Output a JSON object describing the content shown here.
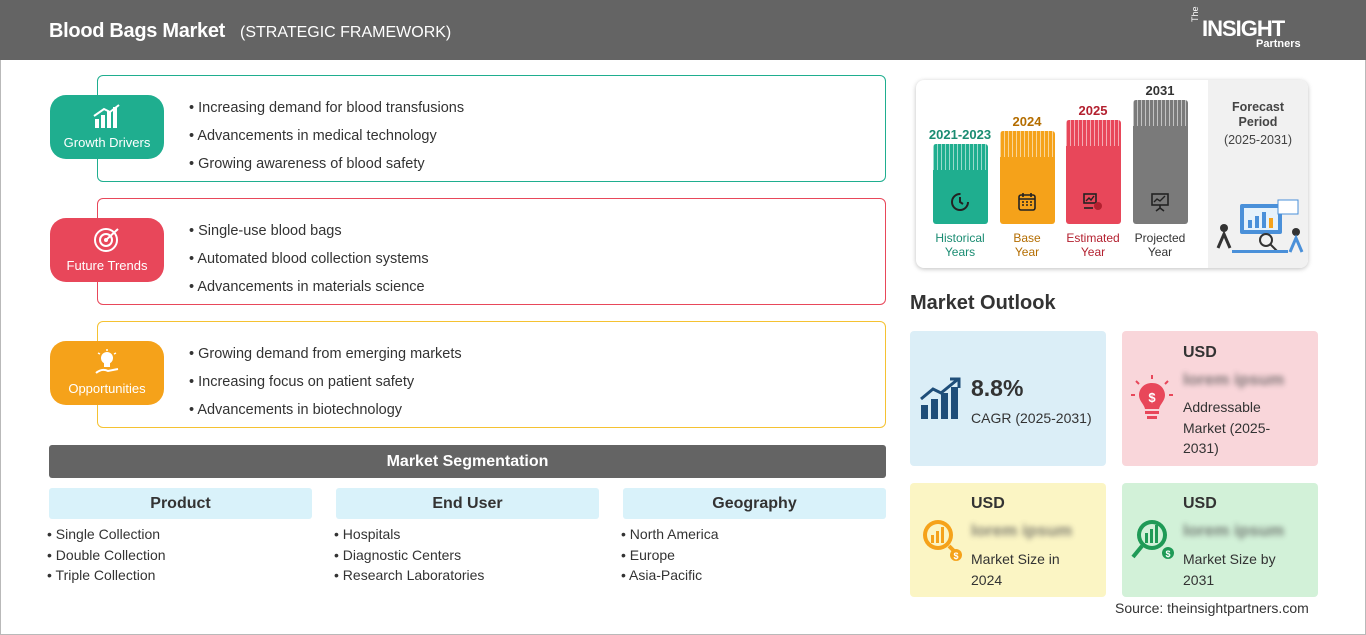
{
  "header": {
    "title": "Blood Bags Market",
    "subtitle": "(STRATEGIC FRAMEWORK)"
  },
  "logo": {
    "the": "The",
    "insight": "INSIGHT",
    "partners": "Partners"
  },
  "drivers": [
    {
      "label": "Growth Drivers",
      "color": "#1fae8f",
      "border": "#1fae8f",
      "items": [
        "Increasing demand for blood transfusions",
        "Advancements in medical technology",
        "Growing awareness of blood safety"
      ]
    },
    {
      "label": "Future Trends",
      "color": "#e8475a",
      "border": "#e8475a",
      "items": [
        "Single-use blood bags",
        "Automated blood collection systems",
        "Advancements in materials science"
      ]
    },
    {
      "label": "Opportunities",
      "color": "#f5a21a",
      "border": "#f5c232",
      "items": [
        "Growing demand from emerging markets",
        "Increasing focus on patient safety",
        "Advancements in biotechnology"
      ]
    }
  ],
  "segmentation": {
    "title": "Market Segmentation",
    "columns": [
      {
        "head": "Product",
        "items": [
          "Single Collection",
          "Double Collection",
          "Triple Collection"
        ]
      },
      {
        "head": "End User",
        "items": [
          "Hospitals",
          "Diagnostic Centers",
          "Research Laboratories"
        ]
      },
      {
        "head": "Geography",
        "items": [
          "North America",
          "Europe",
          "Asia-Pacific"
        ]
      }
    ]
  },
  "timeline": {
    "bars": [
      {
        "year": "2021-2023",
        "label1": "Historical",
        "label2": "Years",
        "color": "#1fae8f",
        "yearColor": "#1a8c72"
      },
      {
        "year": "2024",
        "label1": "Base",
        "label2": "Year",
        "color": "#f5a21a",
        "yearColor": "#b46d00"
      },
      {
        "year": "2025",
        "label1": "Estimated",
        "label2": "Year",
        "color": "#e8475a",
        "yearColor": "#b3202f"
      },
      {
        "year": "2031",
        "label1": "Projected",
        "label2": "Year",
        "color": "#7a7a7a",
        "yearColor": "#333333"
      }
    ],
    "forecast": {
      "line1": "Forecast",
      "line2": "Period",
      "line3": "(2025-2031)"
    }
  },
  "outlook": {
    "title": "Market Outlook",
    "cagr": {
      "value": "8.8%",
      "label": "CAGR (2025-2031)",
      "bg": "#dbeef7"
    },
    "addressable": {
      "usd": "USD",
      "value": "lorem ipsum",
      "label1": "Addressable",
      "label2": "Market (2025-",
      "label3": "2031)",
      "bg": "#f9d6da"
    },
    "size2024": {
      "usd": "USD",
      "value": "lorem ipsum",
      "label1": "Market Size in",
      "label2": "2024",
      "bg": "#fbf5c4"
    },
    "size2031": {
      "usd": "USD",
      "value": "lorem ipsum",
      "label1": "Market Size by",
      "label2": "2031",
      "bg": "#d2f1d8"
    }
  },
  "source": "Source: theinsightpartners.com"
}
